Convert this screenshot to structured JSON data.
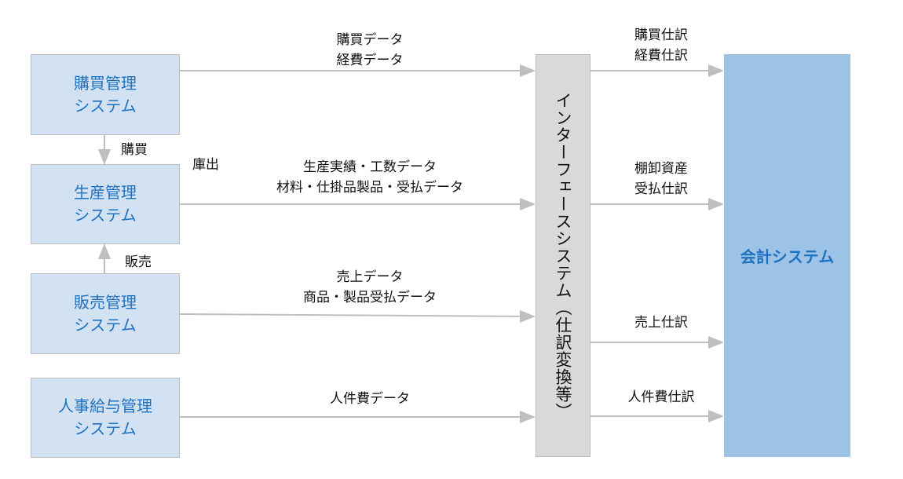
{
  "sources": [
    {
      "line1": "購買管理",
      "line2": "システム"
    },
    {
      "line1": "生産管理",
      "line2": "システム"
    },
    {
      "line1": "販売管理",
      "line2": "システム"
    },
    {
      "line1": "人事給与管理",
      "line2": "システム"
    }
  ],
  "side_labels": {
    "purchase": "購買",
    "issue": "庫出",
    "sales": "販売"
  },
  "in_flows": [
    {
      "line1": "購買データ",
      "line2": "経費データ"
    },
    {
      "line1": "生産実績・工数データ",
      "line2": "材料・仕掛品製品・受払データ"
    },
    {
      "line1": "売上データ",
      "line2": "商品・製品受払データ"
    },
    {
      "line1": "人件費データ"
    }
  ],
  "interface": "インターフェースシステム（仕訳変換等）",
  "out_flows": [
    {
      "line1": "購買仕訳",
      "line2": "経費仕訳"
    },
    {
      "line1": "棚卸資産",
      "line2": "受払仕訳"
    },
    {
      "line1": "売上仕訳"
    },
    {
      "line1": "人件費仕訳"
    }
  ],
  "accounting": "会計システム",
  "colors": {
    "box_fill": "#d2e2f2",
    "box_text": "#1f72c0",
    "interface_fill": "#d9d9d9",
    "accounting_fill": "#9dc3e6",
    "arrow": "#bfbfbf"
  }
}
